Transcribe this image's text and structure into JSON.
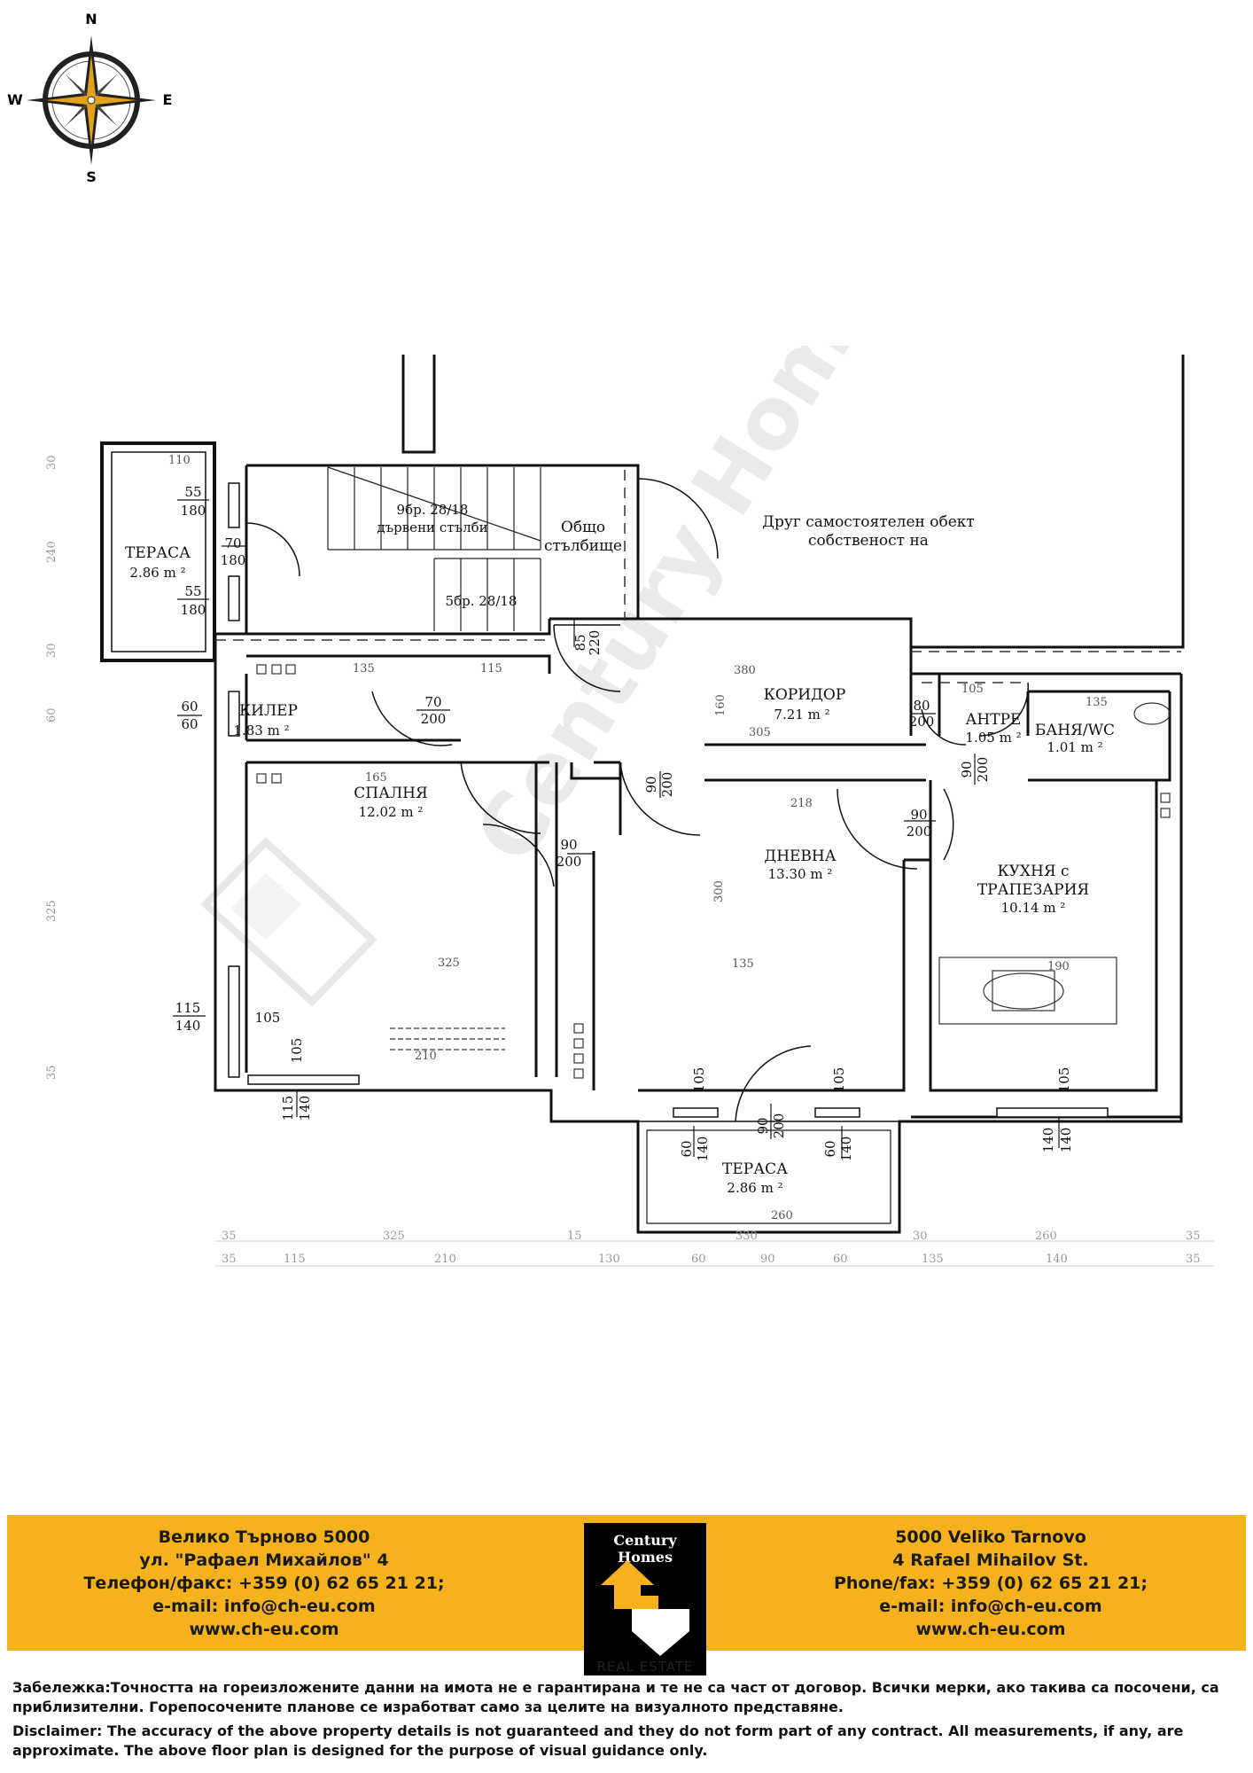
{
  "compass": {
    "n": "N",
    "s": "S",
    "e": "E",
    "w": "W"
  },
  "watermark": "Century Homes",
  "rooms": {
    "terrace_left": {
      "name": "ТЕРАСА",
      "area": "2.86 m ²"
    },
    "stairs_top": {
      "line1": "9бр. 28/18",
      "line2": "дървени стълби"
    },
    "stairs_bottom": "5бр. 28/18",
    "common_stair": {
      "line1": "Общо",
      "line2": "стълбище"
    },
    "other_property": {
      "line1": "Друг самостоятелен обект",
      "line2": "собственост на"
    },
    "storage": {
      "name": "КИЛЕР",
      "area": "1.83 m ²"
    },
    "corridor": {
      "name": "КОРИДОР",
      "area": "7.21 m ²"
    },
    "entrance": {
      "name": "АНТРЕ",
      "area": "1.05 m ²"
    },
    "bath": {
      "name": "БАНЯ/WC",
      "area": "1.01 m ²"
    },
    "bedroom": {
      "name": "СПАЛНЯ",
      "area": "12.02 m ²"
    },
    "living": {
      "name": "ДНЕВНА",
      "area": "13.30 m ²"
    },
    "kitchen": {
      "line1": "КУХНЯ с",
      "line2": "ТРАПЕЗАРИЯ",
      "area": "10.14 m ²"
    },
    "terrace_bottom": {
      "name": "ТЕРАСА",
      "area": "2.86 m ²"
    }
  },
  "openings": {
    "win_tl1": [
      "55",
      "180"
    ],
    "door_terrace": [
      "70",
      "180"
    ],
    "win_tl2": [
      "55",
      "180"
    ],
    "win_storage": [
      "60",
      "60"
    ],
    "door_storage": [
      "70",
      "200"
    ],
    "door_stair": [
      "85",
      "220"
    ],
    "door_entrance": [
      "80",
      "200"
    ],
    "door_bedroom": [
      "90",
      "200"
    ],
    "door_living": [
      "90",
      "200"
    ],
    "door_bath": [
      "90",
      "200"
    ],
    "door_kitchen": [
      "90",
      "200"
    ],
    "win_bedroom_side": [
      "115",
      "140"
    ],
    "win_bedroom_bottom": [
      "115",
      "140"
    ],
    "door_balcony": [
      "90",
      "200"
    ],
    "win_bal_left": [
      "60",
      "140"
    ],
    "win_bal_right": [
      "60",
      "140"
    ],
    "win_kitchen": [
      "140",
      "140"
    ],
    "sill_105": "105"
  },
  "plan_dims": {
    "interior": [
      "110",
      "135",
      "115",
      "380",
      "160",
      "305",
      "105",
      "135",
      "165",
      "325",
      "210",
      "300",
      "135",
      "260",
      "218",
      "190"
    ],
    "bottom_row1": [
      "35",
      "325",
      "15",
      "330",
      "30",
      "260",
      "35"
    ],
    "bottom_row2": [
      "35",
      "115",
      "210",
      "130",
      "60",
      "90",
      "60",
      "135",
      "140",
      "35"
    ],
    "left_side": [
      "30",
      "240",
      "30",
      "60",
      "325",
      "35"
    ]
  },
  "footer": {
    "bg": [
      "Велико Търново 5000",
      "ул. \"Рафаел Михайлов\" 4",
      "Телефон/факс: +359 (0) 62 65 21 21;",
      "e-mail: info@ch-eu.com",
      "www.ch-eu.com"
    ],
    "en": [
      "5000 Veliko Tarnovo",
      "4 Rafael Mihailov St.",
      "Phone/fax: +359 (0) 62 65 21 21;",
      "e-mail: info@ch-eu.com",
      "www.ch-eu.com"
    ],
    "logo_title": "Century Homes",
    "logo_sub": "REAL ESTATE",
    "brand_color": "#f6b21c",
    "note_bg": "Забележка:Точността на гореизложените данни на имота не е гарантирана и те не са част от договор. Всички мерки, ако такива са посочени, са приблизителни. Горепосочените планове се изработват само за целите на визуалното представяне.",
    "note_en": "Disclaimer: The accuracy of the above property details is not guaranteed and they do not form part of any contract. All measurements, if any, are approximate. The above floor plan is designed for the purpose of visual guidance only."
  }
}
